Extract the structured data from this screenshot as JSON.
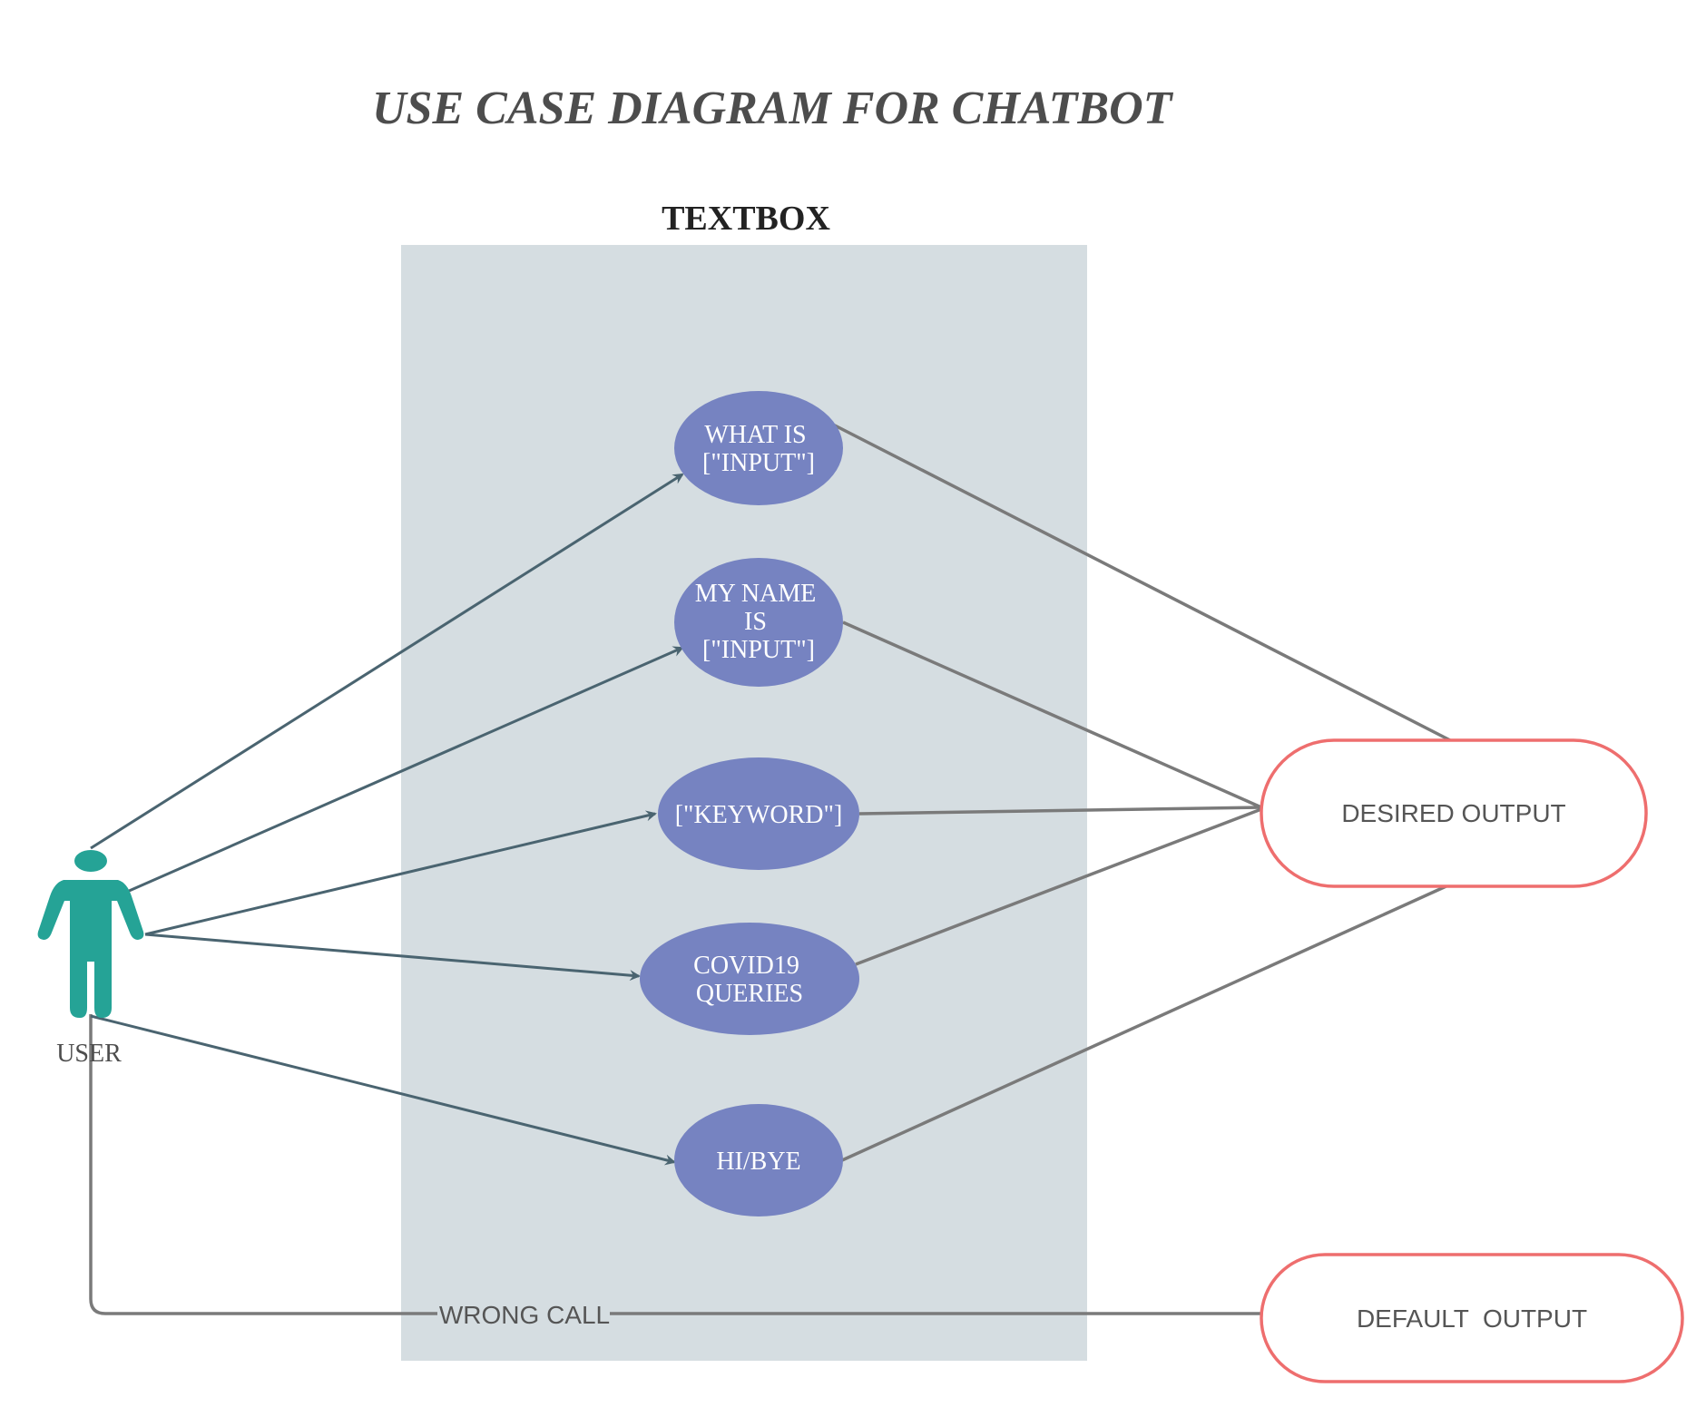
{
  "title": "USE CASE DIAGRAM FOR CHATBOT",
  "boundary": {
    "label": "TEXTBOX"
  },
  "actor": {
    "label": "USER"
  },
  "use_cases": [
    {
      "id": "what-is",
      "lines": [
        "WHAT IS",
        "[\"INPUT\"]"
      ]
    },
    {
      "id": "my-name",
      "lines": [
        "MY NAME",
        "IS",
        "[\"INPUT\"]"
      ]
    },
    {
      "id": "keyword",
      "lines": [
        "[\"KEYWORD\"]"
      ]
    },
    {
      "id": "covid",
      "lines": [
        "COVID19",
        "QUERIES"
      ]
    },
    {
      "id": "hibye",
      "lines": [
        "HI/BYE"
      ]
    }
  ],
  "outputs": {
    "desired": "DESIRED OUTPUT",
    "default": "DEFAULT  OUTPUT"
  },
  "edges": {
    "wrong_call": "WRONG CALL"
  },
  "colors": {
    "boundary_fill": "#d5dde1",
    "usecase_fill": "#7683c1",
    "actor_fill": "#25a396",
    "arrow_stroke": "#4a6470",
    "line_stroke": "#7a7a7a",
    "output_stroke": "#ee6e6e"
  }
}
